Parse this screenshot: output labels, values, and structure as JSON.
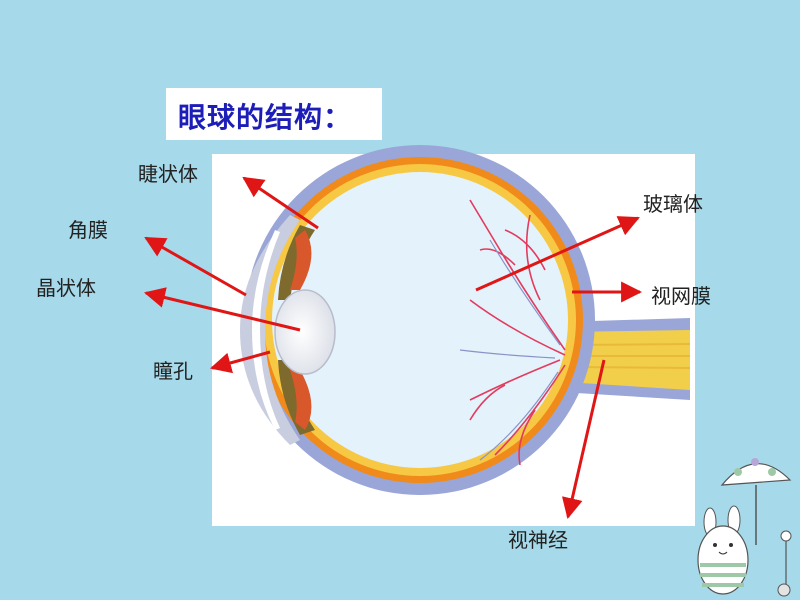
{
  "title": "眼球的结构：",
  "labels": {
    "ciliary_body": "睫状体",
    "cornea": "角膜",
    "lens": "晶状体",
    "pupil": "瞳孔",
    "vitreous": "玻璃体",
    "retina": "视网膜",
    "optic_nerve": "视神经"
  },
  "colors": {
    "background": "#a6d9ea",
    "title": "#1d1db8",
    "arrow": "#e01515",
    "sclera": "#9aa6d8",
    "choroid": "#f08a1a",
    "retina_layer": "#f7c844",
    "vitreous_fill": "#e3f2fb",
    "vessels": "#e33b5e",
    "nerve": "#f2cf4a"
  }
}
